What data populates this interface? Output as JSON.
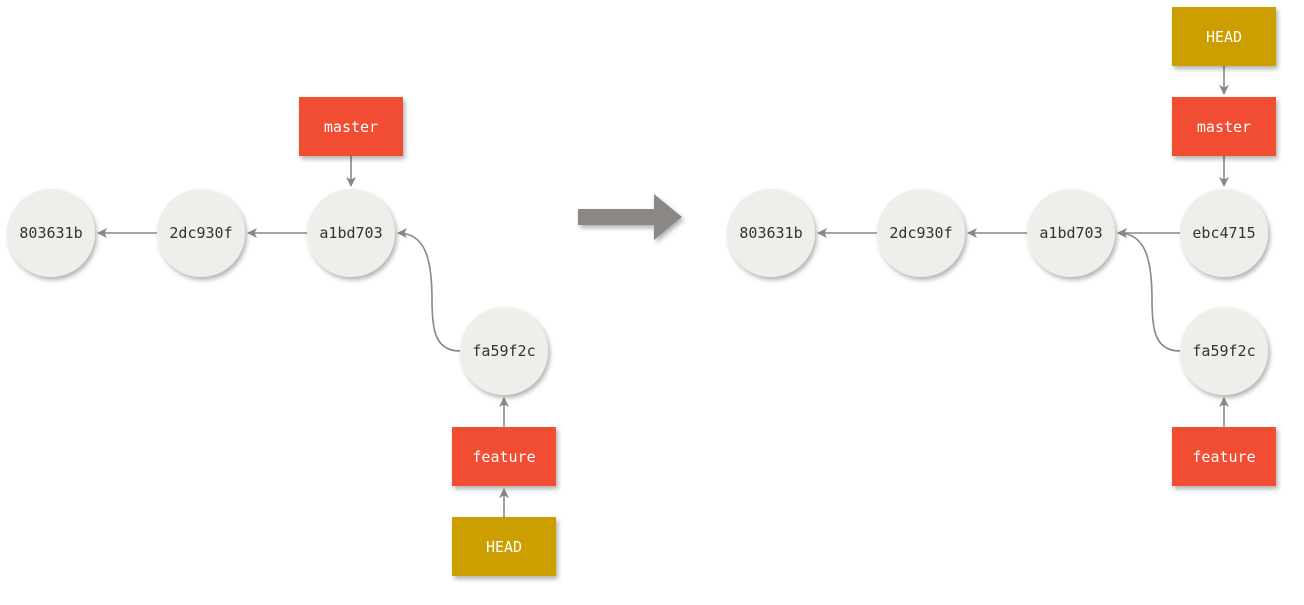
{
  "colors": {
    "commit_fill": "#efeeea",
    "branch_fill": "#f14e32",
    "head_fill": "#cc9e00",
    "arrow": "#8a8784",
    "text_dark": "#333333",
    "text_light": "#ffffff"
  },
  "before": {
    "commits": [
      {
        "id": "803631b"
      },
      {
        "id": "2dc930f"
      },
      {
        "id": "a1bd703"
      },
      {
        "id": "fa59f2c"
      }
    ],
    "refs": [
      {
        "name": "master",
        "kind": "branch",
        "points_to": "a1bd703"
      },
      {
        "name": "feature",
        "kind": "branch",
        "points_to": "fa59f2c"
      },
      {
        "name": "HEAD",
        "kind": "head",
        "points_to": "feature"
      }
    ],
    "parents": [
      {
        "child": "2dc930f",
        "parent": "803631b"
      },
      {
        "child": "a1bd703",
        "parent": "2dc930f"
      },
      {
        "child": "fa59f2c",
        "parent": "a1bd703"
      }
    ]
  },
  "after": {
    "commits": [
      {
        "id": "803631b"
      },
      {
        "id": "2dc930f"
      },
      {
        "id": "a1bd703"
      },
      {
        "id": "ebc4715"
      },
      {
        "id": "fa59f2c"
      }
    ],
    "refs": [
      {
        "name": "HEAD",
        "kind": "head",
        "points_to": "master"
      },
      {
        "name": "master",
        "kind": "branch",
        "points_to": "ebc4715"
      },
      {
        "name": "feature",
        "kind": "branch",
        "points_to": "fa59f2c"
      }
    ],
    "parents": [
      {
        "child": "2dc930f",
        "parent": "803631b"
      },
      {
        "child": "a1bd703",
        "parent": "2dc930f"
      },
      {
        "child": "ebc4715",
        "parent": "a1bd703"
      },
      {
        "child": "fa59f2c",
        "parent": "a1bd703"
      }
    ]
  }
}
